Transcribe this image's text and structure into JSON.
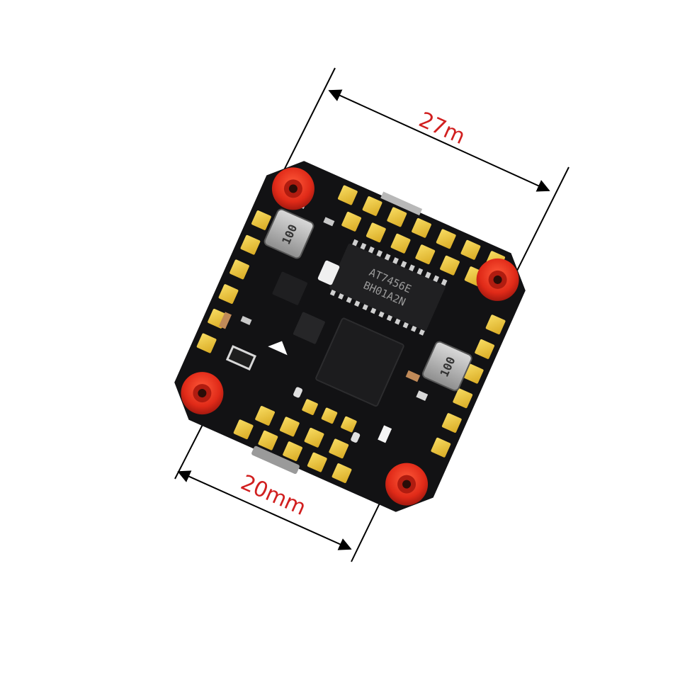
{
  "product": {
    "type": "flight-controller-board",
    "pcb_color": "#121214",
    "pad_color": "#f1c93b",
    "grommet_color": "#e32b1c"
  },
  "dimensions": {
    "top_label": "27m",
    "bottom_label": "20mm",
    "label_color": "#d11f1f",
    "line_color": "#000000"
  },
  "components": {
    "main_chip_line1": "AT7456E",
    "main_chip_line2": "BH01A2N",
    "inductor_left_label": "100",
    "inductor_right_label": "100"
  }
}
